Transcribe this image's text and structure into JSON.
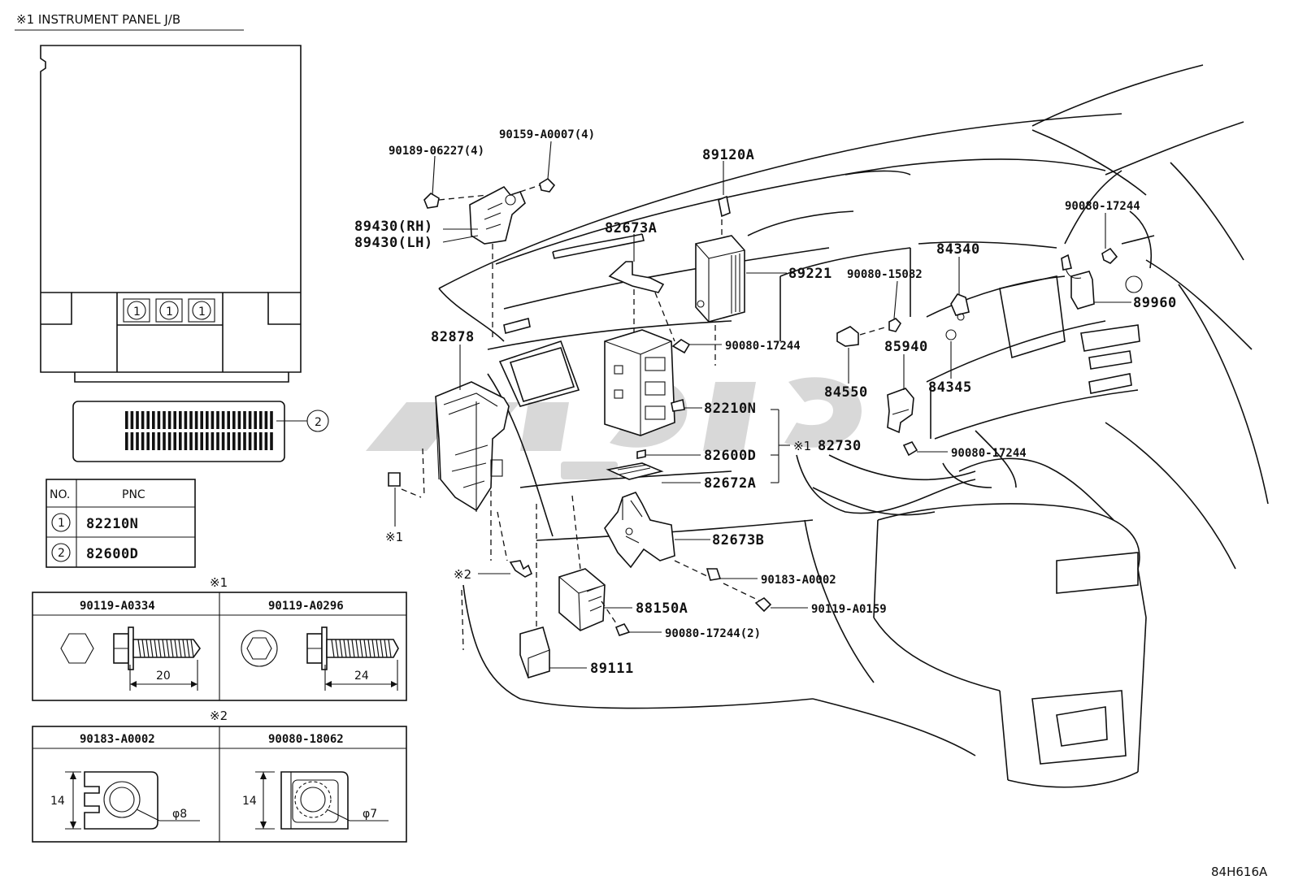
{
  "title": "※1 INSTRUMENT PANEL J/B",
  "diagram_id": "84H616A",
  "jb_circle_marks": [
    "1",
    "1",
    "1"
  ],
  "fuse_block_callout": "2",
  "pnc_table": {
    "headers": [
      "NO.",
      "PNC"
    ],
    "rows": [
      {
        "no": "1",
        "pnc": "82210N"
      },
      {
        "no": "2",
        "pnc": "82600D"
      }
    ]
  },
  "bolt_section": {
    "marker": "※1",
    "items": [
      {
        "part": "90119-A0334",
        "length": "20"
      },
      {
        "part": "90119-A0296",
        "length": "24"
      }
    ]
  },
  "nut_section": {
    "marker": "※2",
    "items": [
      {
        "part": "90183-A0002",
        "height": "14",
        "dia": "φ8"
      },
      {
        "part": "90080-18062",
        "height": "14",
        "dia": "φ7"
      }
    ]
  },
  "callouts": {
    "p90159": "90159-A0007(4)",
    "p90189": "90189-06227(4)",
    "p89430rh": "89430(RH)",
    "p89430lh": "89430(LH)",
    "p89120a": "89120A",
    "p82673a": "82673A",
    "p89221": "89221",
    "p90080_15082": "90080-15082",
    "p84340": "84340",
    "p90080_17244_top": "90080-17244",
    "p89960": "89960",
    "p82878": "82878",
    "p90080_17244_mid": "90080-17244",
    "p85940": "85940",
    "p84550": "84550",
    "p84345": "84345",
    "p82210n": "82210N",
    "p82730_mark": "※1",
    "p82730": "82730",
    "p90080_17244_r": "90080-17244",
    "p82600d": "82600D",
    "p82672a": "82672A",
    "p82673b": "82673B",
    "p90183": "90183-A0002",
    "p90119_a0159": "90119-A0159",
    "p88150a": "88150A",
    "p90080_17244_2": "90080-17244(2)",
    "p89111": "89111",
    "mark1": "※1",
    "mark2": "※2"
  }
}
